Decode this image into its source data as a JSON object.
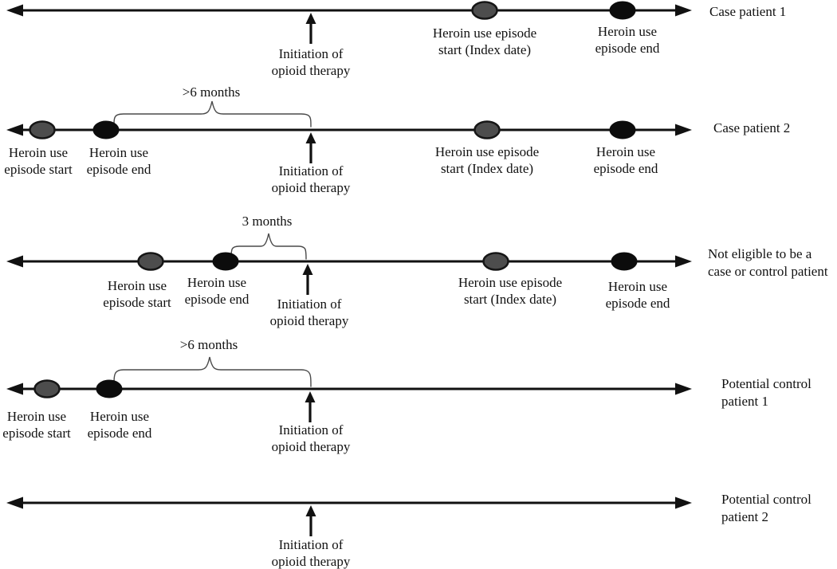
{
  "figure": {
    "colors": {
      "line": "#111111",
      "episode_start_marker": "#4d4d4d",
      "episode_end_marker": "#0c0c0c",
      "background": "#ffffff"
    },
    "rows": [
      {
        "side_label": "Case patient 1",
        "initiation": "Initiation of\nopioid therapy",
        "index_start": "Heroin use episode\nstart (Index date)",
        "episode_end": "Heroin use\nepisode end"
      },
      {
        "side_label": "Case patient 2",
        "gap_label": ">6 months",
        "prior_start": "Heroin use\nepisode start",
        "prior_end": "Heroin use\nepisode end",
        "initiation": "Initiation of\nopioid therapy",
        "index_start": "Heroin use episode\nstart (Index date)",
        "episode_end": "Heroin use\nepisode end"
      },
      {
        "side_label": "Not eligible to be a\ncase or control patient",
        "gap_label": "3 months",
        "prior_start": "Heroin use\nepisode start",
        "prior_end": "Heroin use\nepisode end",
        "initiation": "Initiation of\nopioid therapy",
        "index_start": "Heroin use episode\nstart (Index date)",
        "episode_end": "Heroin use\nepisode end"
      },
      {
        "side_label": "Potential control\npatient 1",
        "gap_label": ">6 months",
        "prior_start": "Heroin use\nepisode start",
        "prior_end": "Heroin use\nepisode end",
        "initiation": "Initiation of\nopioid therapy"
      },
      {
        "side_label": "Potential control\npatient 2",
        "initiation": "Initiation of\nopioid therapy"
      }
    ]
  }
}
